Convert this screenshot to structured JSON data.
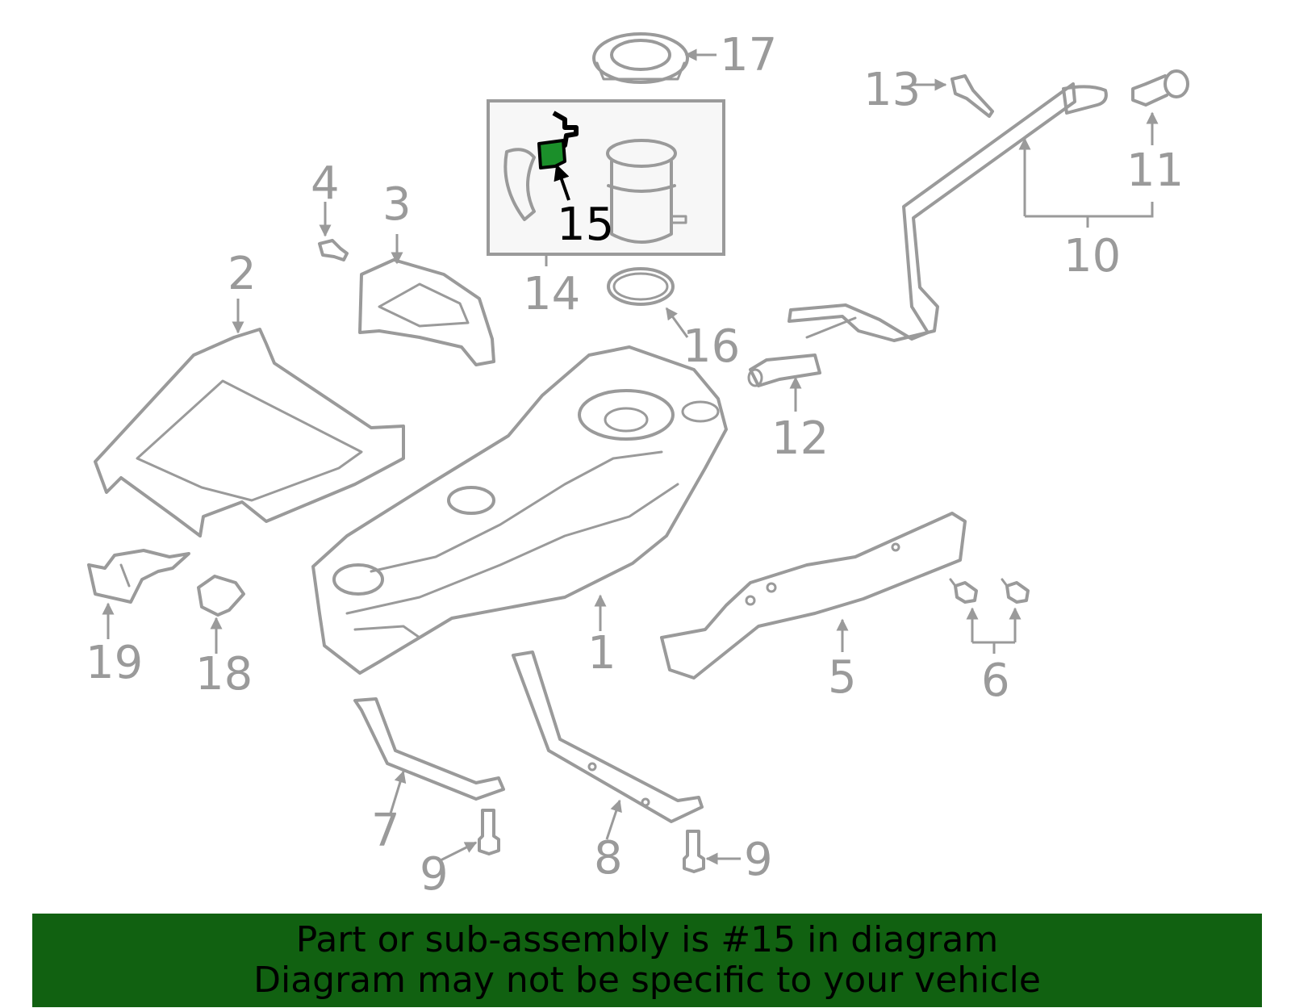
{
  "callouts": {
    "c1": "1",
    "c2": "2",
    "c3": "3",
    "c4": "4",
    "c5": "5",
    "c6": "6",
    "c7": "7",
    "c8": "8",
    "c9a": "9",
    "c9b": "9",
    "c10": "10",
    "c11": "11",
    "c12": "12",
    "c13": "13",
    "c14": "14",
    "c15": "15",
    "c16": "16",
    "c17": "17",
    "c18": "18",
    "c19": "19"
  },
  "highlighted_part": "15",
  "colors": {
    "line": "#9a9a9a",
    "highlight": "#1b8f2a",
    "banner": "#116111"
  },
  "banner": {
    "line1": "Part or sub-assembly is #15 in diagram",
    "line2": "Diagram may not be specific to your vehicle"
  }
}
